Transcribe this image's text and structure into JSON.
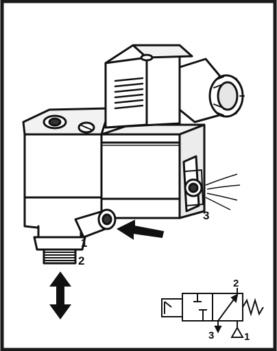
{
  "ports": {
    "inlet": "1",
    "outlet": "2",
    "exhaust": "3"
  },
  "symbol": {
    "port_outlet": "2",
    "port_exhaust": "3",
    "port_inlet": "1"
  },
  "colors": {
    "ink": "#111111",
    "frame": "#1a1a1a",
    "paper": "#ffffff",
    "shade": "#e6e6e6",
    "dark": "#333333"
  },
  "icons": [
    "solenoid-valve-illustration",
    "flow-arrow-icon",
    "double-arrow-icon",
    "exhaust-spray-icon",
    "valve-schematic-symbol"
  ]
}
